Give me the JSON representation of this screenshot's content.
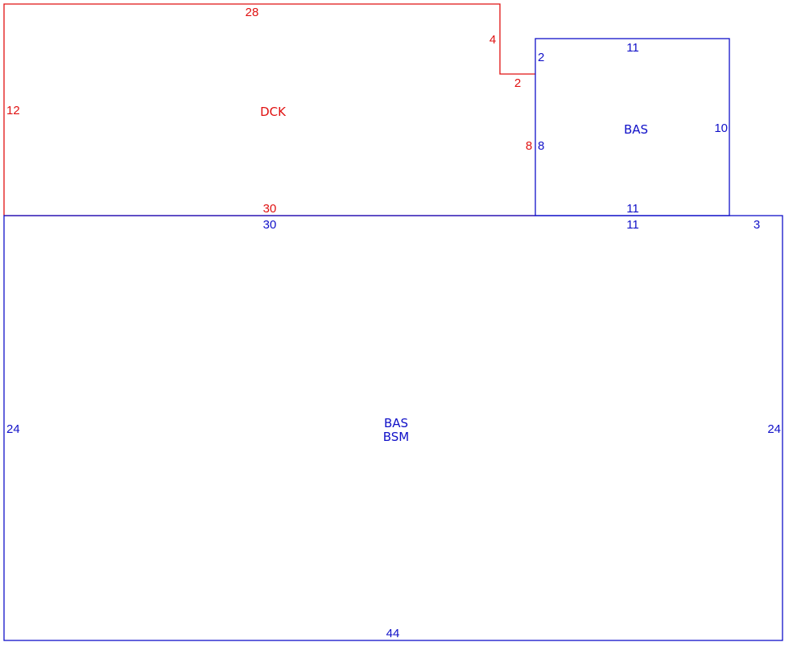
{
  "colors": {
    "deck": "#e01010",
    "living": "#1010c8"
  },
  "deck": {
    "name": "DCK",
    "dims": {
      "top": "28",
      "step_down": "4",
      "step_across": "2",
      "right": "8",
      "left": "12",
      "bottom": "30"
    }
  },
  "annex": {
    "name": "BAS",
    "dims": {
      "top": "11",
      "left_upper": "2",
      "left": "8",
      "right": "10",
      "bottom": "11"
    }
  },
  "main": {
    "name_line1": "BAS",
    "name_line2": "BSM",
    "dims": {
      "top_left": "30",
      "top_mid": "11",
      "top_right": "3",
      "left": "24",
      "right": "24",
      "bottom": "44"
    }
  }
}
